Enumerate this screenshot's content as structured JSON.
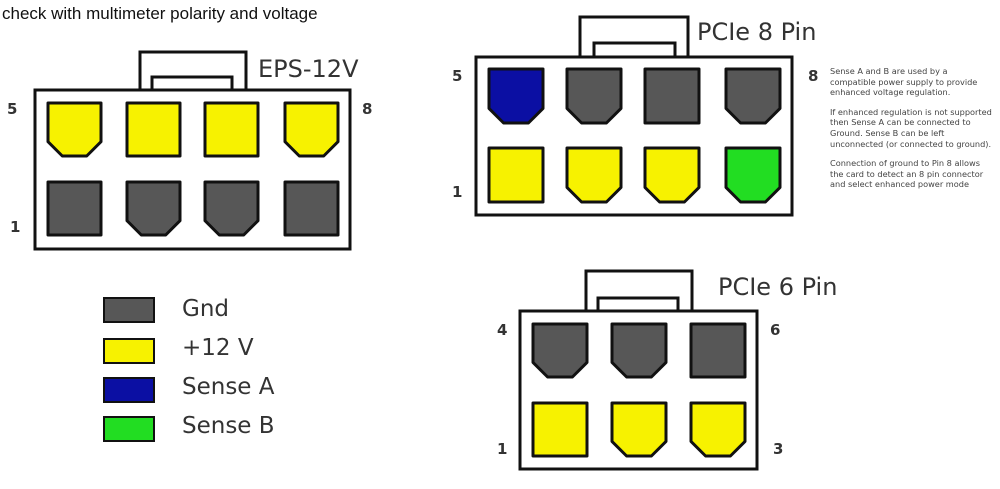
{
  "caption": "check with multimeter polarity and voltage",
  "colors": {
    "gnd": "#575757",
    "v12": "#f7f200",
    "senseA": "#0b0fa3",
    "senseB": "#22dd22"
  },
  "connectors": {
    "eps": {
      "title": "EPS-12V",
      "labels": {
        "top_left": "5",
        "top_right": "8",
        "bottom_left": "1"
      },
      "top_row": [
        {
          "color": "v12",
          "shape": "chamfer"
        },
        {
          "color": "v12",
          "shape": "square"
        },
        {
          "color": "v12",
          "shape": "square"
        },
        {
          "color": "v12",
          "shape": "chamfer"
        }
      ],
      "bottom_row": [
        {
          "color": "gnd",
          "shape": "square"
        },
        {
          "color": "gnd",
          "shape": "chamfer"
        },
        {
          "color": "gnd",
          "shape": "chamfer"
        },
        {
          "color": "gnd",
          "shape": "square"
        }
      ]
    },
    "pcie8": {
      "title": "PCIe 8 Pin",
      "labels": {
        "top_left": "5",
        "top_right": "8",
        "bottom_left": "1"
      },
      "top_row": [
        {
          "color": "senseA",
          "shape": "chamfer"
        },
        {
          "color": "gnd",
          "shape": "chamfer"
        },
        {
          "color": "gnd",
          "shape": "square"
        },
        {
          "color": "gnd",
          "shape": "chamfer"
        }
      ],
      "bottom_row": [
        {
          "color": "v12",
          "shape": "square"
        },
        {
          "color": "v12",
          "shape": "chamfer"
        },
        {
          "color": "v12",
          "shape": "chamfer"
        },
        {
          "color": "senseB",
          "shape": "chamfer"
        }
      ]
    },
    "pcie6": {
      "title": "PCIe 6 Pin",
      "labels": {
        "top_left": "4",
        "top_right": "6",
        "bottom_left": "1",
        "bottom_right": "3"
      },
      "top_row": [
        {
          "color": "gnd",
          "shape": "chamfer"
        },
        {
          "color": "gnd",
          "shape": "chamfer"
        },
        {
          "color": "gnd",
          "shape": "square"
        }
      ],
      "bottom_row": [
        {
          "color": "v12",
          "shape": "square"
        },
        {
          "color": "v12",
          "shape": "chamfer"
        },
        {
          "color": "v12",
          "shape": "chamfer"
        }
      ]
    }
  },
  "legend": [
    {
      "label": "Gnd",
      "color": "gnd"
    },
    {
      "label": "+12 V",
      "color": "v12"
    },
    {
      "label": "Sense A",
      "color": "senseA"
    },
    {
      "label": "Sense B",
      "color": "senseB"
    }
  ],
  "note": [
    "Sense A and B are used by a compatible power supply to provide enhanced voltage regulation.",
    "If enhanced regulation is not supported then Sense A can be connected to Ground. Sense B can be left unconnected (or connected to ground).",
    "Connection of ground to Pin 8 allows the card to detect an 8 pin connector  and select enhanced power mode"
  ]
}
